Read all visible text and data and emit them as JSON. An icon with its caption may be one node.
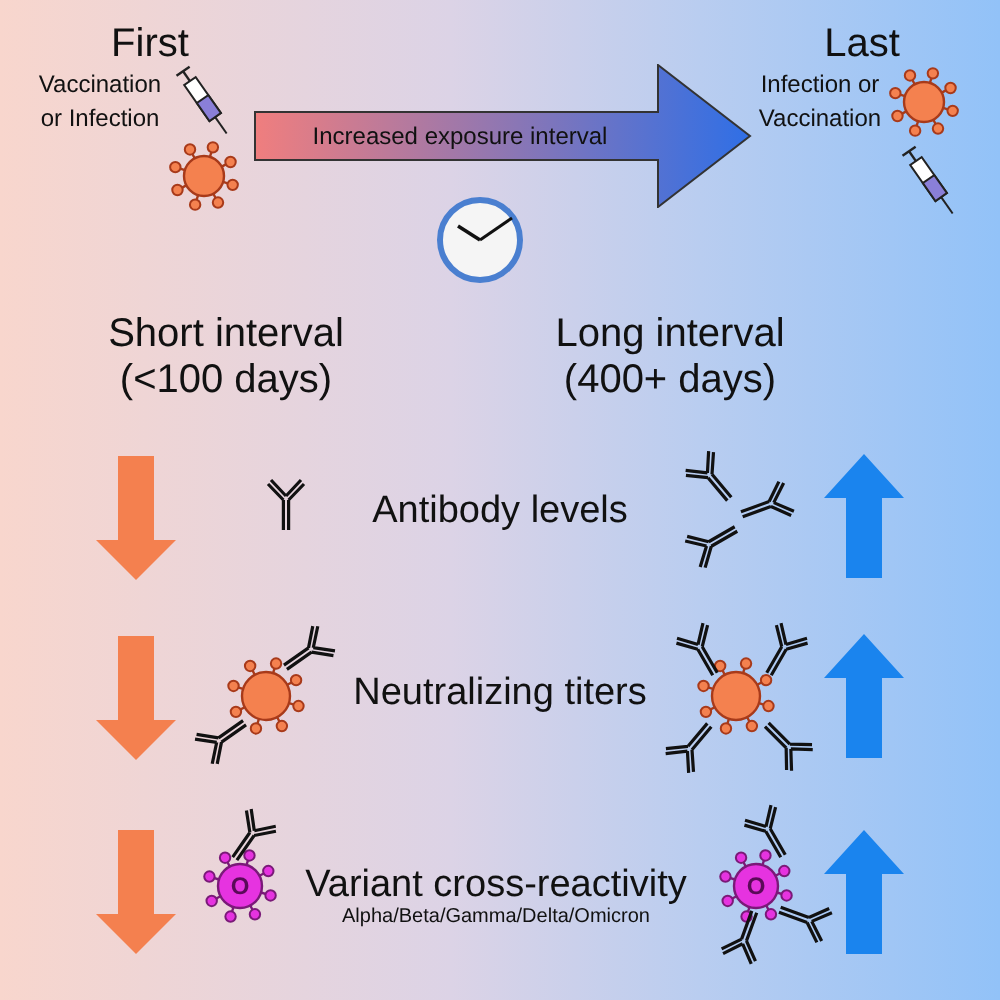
{
  "diagram": {
    "nodes": [
      {
        "text": [
          "Increased exposure interval"
        ]
      }
    ],
    "labels": [
      "First",
      "Vaccination or Infection",
      "Last",
      "Infection or Vaccination",
      "Short interval (<100 days)",
      "Long interval (400+ days)",
      "Antibody levels",
      "Neutralizing titers",
      "O",
      "Variant cross-reactivity",
      "Alpha/Beta/Gamma/Delta/Omicron",
      "O"
    ]
  }
}
